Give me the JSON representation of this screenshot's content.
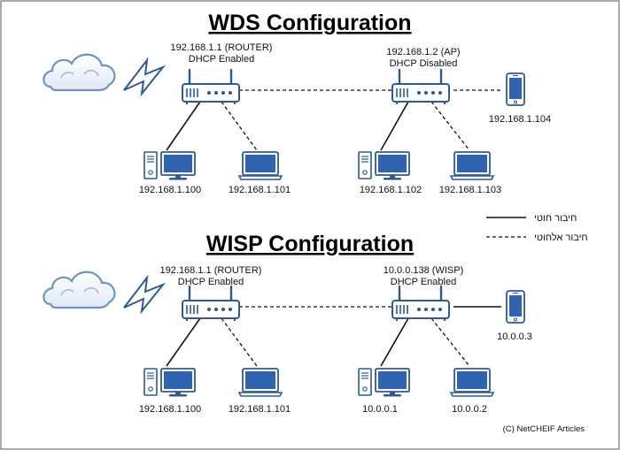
{
  "wds": {
    "title": "WDS Configuration",
    "router_ip": "192.168.1.1 (ROUTER)",
    "router_dhcp": "DHCP Enabled",
    "ap_ip": "192.168.1.2 (AP)",
    "ap_dhcp": "DHCP Disabled",
    "phone_ip": "192.168.1.104",
    "pc1_ip": "192.168.1.100",
    "laptop1_ip": "192.168.1.101",
    "pc2_ip": "192.168.1.102",
    "laptop2_ip": "192.168.1.103"
  },
  "wisp": {
    "title": "WISP Configuration",
    "router_ip": "192.168.1.1 (ROUTER)",
    "router_dhcp": "DHCP Enabled",
    "ap_ip": "10.0.0.138 (WISP)",
    "ap_dhcp": "DHCP Enabled",
    "phone_ip": "10.0.0.3",
    "pc1_ip": "192.168.1.100",
    "laptop1_ip": "192.168.1.101",
    "pc2_ip": "10.0.0.1",
    "laptop2_ip": "10.0.0.2"
  },
  "legend": {
    "wired": "חיבור חוטי",
    "wireless": "חיבור אלחוטי"
  },
  "copyright": "(C) NetCHEIF Articles",
  "colors": {
    "device_blue": "#2e5a8e",
    "screen_blue": "#2f63b0",
    "cloud_fill": "#ffffff",
    "cloud_stroke": "#6f93bd"
  }
}
